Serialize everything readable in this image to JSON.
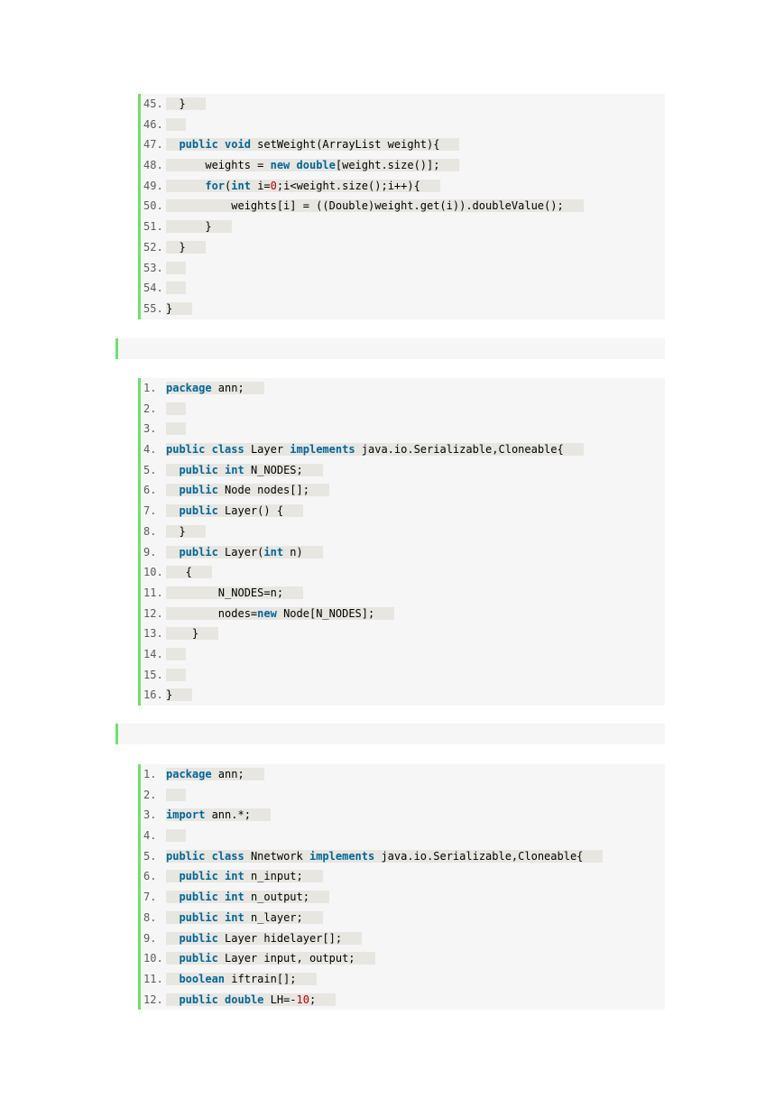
{
  "blocks": [
    {
      "lines": [
        {
          "n": "45.",
          "parts": [
            {
              "t": "  }"
            }
          ]
        },
        {
          "n": "46.",
          "parts": [
            {
              "t": ""
            }
          ]
        },
        {
          "n": "47.",
          "parts": [
            {
              "t": "  "
            },
            {
              "t": "public",
              "k": "kw"
            },
            {
              "t": " "
            },
            {
              "t": "void",
              "k": "kw"
            },
            {
              "t": " setWeight(ArrayList weight){"
            }
          ]
        },
        {
          "n": "48.",
          "parts": [
            {
              "t": "      weights = "
            },
            {
              "t": "new",
              "k": "kw"
            },
            {
              "t": " "
            },
            {
              "t": "double",
              "k": "kw"
            },
            {
              "t": "[weight.size()];"
            }
          ]
        },
        {
          "n": "49.",
          "parts": [
            {
              "t": "      "
            },
            {
              "t": "for",
              "k": "kw"
            },
            {
              "t": "("
            },
            {
              "t": "int",
              "k": "kw"
            },
            {
              "t": " i="
            },
            {
              "t": "0",
              "k": "num"
            },
            {
              "t": ";i<weight.size();i++){"
            }
          ]
        },
        {
          "n": "50.",
          "parts": [
            {
              "t": "          weights[i] = ((Double)weight.get(i)).doubleValue();"
            }
          ]
        },
        {
          "n": "51.",
          "parts": [
            {
              "t": "      }"
            }
          ]
        },
        {
          "n": "52.",
          "parts": [
            {
              "t": "  }"
            }
          ]
        },
        {
          "n": "53.",
          "parts": [
            {
              "t": ""
            }
          ]
        },
        {
          "n": "54.",
          "parts": [
            {
              "t": ""
            }
          ]
        },
        {
          "n": "55.",
          "parts": [
            {
              "t": "}"
            }
          ]
        }
      ]
    },
    {
      "lines": [
        {
          "n": "1.",
          "parts": [
            {
              "t": "package",
              "k": "kw"
            },
            {
              "t": " ann;"
            }
          ]
        },
        {
          "n": "2.",
          "parts": [
            {
              "t": ""
            }
          ]
        },
        {
          "n": "3.",
          "parts": [
            {
              "t": ""
            }
          ]
        },
        {
          "n": "4.",
          "parts": [
            {
              "t": "public",
              "k": "kw"
            },
            {
              "t": " "
            },
            {
              "t": "class",
              "k": "kw"
            },
            {
              "t": " Layer "
            },
            {
              "t": "implements",
              "k": "kw"
            },
            {
              "t": " java.io.Serializable,Cloneable{"
            }
          ]
        },
        {
          "n": "5.",
          "parts": [
            {
              "t": "  "
            },
            {
              "t": "public",
              "k": "kw"
            },
            {
              "t": " "
            },
            {
              "t": "int",
              "k": "kw"
            },
            {
              "t": " N_NODES;"
            }
          ]
        },
        {
          "n": "6.",
          "parts": [
            {
              "t": "  "
            },
            {
              "t": "public",
              "k": "kw"
            },
            {
              "t": " Node nodes[];"
            }
          ]
        },
        {
          "n": "7.",
          "parts": [
            {
              "t": "  "
            },
            {
              "t": "public",
              "k": "kw"
            },
            {
              "t": " Layer() {"
            }
          ]
        },
        {
          "n": "8.",
          "parts": [
            {
              "t": "  }"
            }
          ]
        },
        {
          "n": "9.",
          "parts": [
            {
              "t": "  "
            },
            {
              "t": "public",
              "k": "kw"
            },
            {
              "t": " Layer("
            },
            {
              "t": "int",
              "k": "kw"
            },
            {
              "t": " n)"
            }
          ]
        },
        {
          "n": "10.",
          "parts": [
            {
              "t": "   {"
            }
          ]
        },
        {
          "n": "11.",
          "parts": [
            {
              "t": "        N_NODES=n;"
            }
          ]
        },
        {
          "n": "12.",
          "parts": [
            {
              "t": "        nodes="
            },
            {
              "t": "new",
              "k": "kw"
            },
            {
              "t": " Node[N_NODES];"
            }
          ]
        },
        {
          "n": "13.",
          "parts": [
            {
              "t": "    }"
            }
          ]
        },
        {
          "n": "14.",
          "parts": [
            {
              "t": ""
            }
          ]
        },
        {
          "n": "15.",
          "parts": [
            {
              "t": ""
            }
          ]
        },
        {
          "n": "16.",
          "parts": [
            {
              "t": "}"
            }
          ]
        }
      ]
    },
    {
      "lines": [
        {
          "n": "1.",
          "parts": [
            {
              "t": "package",
              "k": "kw"
            },
            {
              "t": " ann;"
            }
          ]
        },
        {
          "n": "2.",
          "parts": [
            {
              "t": ""
            }
          ]
        },
        {
          "n": "3.",
          "parts": [
            {
              "t": "import",
              "k": "kw"
            },
            {
              "t": " ann.*;"
            }
          ]
        },
        {
          "n": "4.",
          "parts": [
            {
              "t": ""
            }
          ]
        },
        {
          "n": "5.",
          "parts": [
            {
              "t": "public",
              "k": "kw"
            },
            {
              "t": " "
            },
            {
              "t": "class",
              "k": "kw"
            },
            {
              "t": " Nnetwork "
            },
            {
              "t": "implements",
              "k": "kw"
            },
            {
              "t": " java.io.Serializable,Cloneable{"
            }
          ]
        },
        {
          "n": "6.",
          "parts": [
            {
              "t": "  "
            },
            {
              "t": "public",
              "k": "kw"
            },
            {
              "t": " "
            },
            {
              "t": "int",
              "k": "kw"
            },
            {
              "t": " n_input;"
            }
          ]
        },
        {
          "n": "7.",
          "parts": [
            {
              "t": "  "
            },
            {
              "t": "public",
              "k": "kw"
            },
            {
              "t": " "
            },
            {
              "t": "int",
              "k": "kw"
            },
            {
              "t": " n_output;"
            }
          ]
        },
        {
          "n": "8.",
          "parts": [
            {
              "t": "  "
            },
            {
              "t": "public",
              "k": "kw"
            },
            {
              "t": " "
            },
            {
              "t": "int",
              "k": "kw"
            },
            {
              "t": " n_layer;"
            }
          ]
        },
        {
          "n": "9.",
          "parts": [
            {
              "t": "  "
            },
            {
              "t": "public",
              "k": "kw"
            },
            {
              "t": " Layer hidelayer[];"
            }
          ]
        },
        {
          "n": "10.",
          "parts": [
            {
              "t": "  "
            },
            {
              "t": "public",
              "k": "kw"
            },
            {
              "t": " Layer input, output;"
            }
          ]
        },
        {
          "n": "11.",
          "parts": [
            {
              "t": "  "
            },
            {
              "t": "boolean",
              "k": "kw"
            },
            {
              "t": " iftrain[];"
            }
          ]
        },
        {
          "n": "12.",
          "parts": [
            {
              "t": "  "
            },
            {
              "t": "public",
              "k": "kw"
            },
            {
              "t": " "
            },
            {
              "t": "double",
              "k": "kw"
            },
            {
              "t": " LH=-"
            },
            {
              "t": "10",
              "k": "num"
            },
            {
              "t": ";"
            }
          ]
        }
      ]
    }
  ],
  "colors": {
    "keyword": "#006699",
    "number": "#c00000",
    "gutter_accent": "#6ce26c",
    "block_bg": "#f6f6f6"
  }
}
